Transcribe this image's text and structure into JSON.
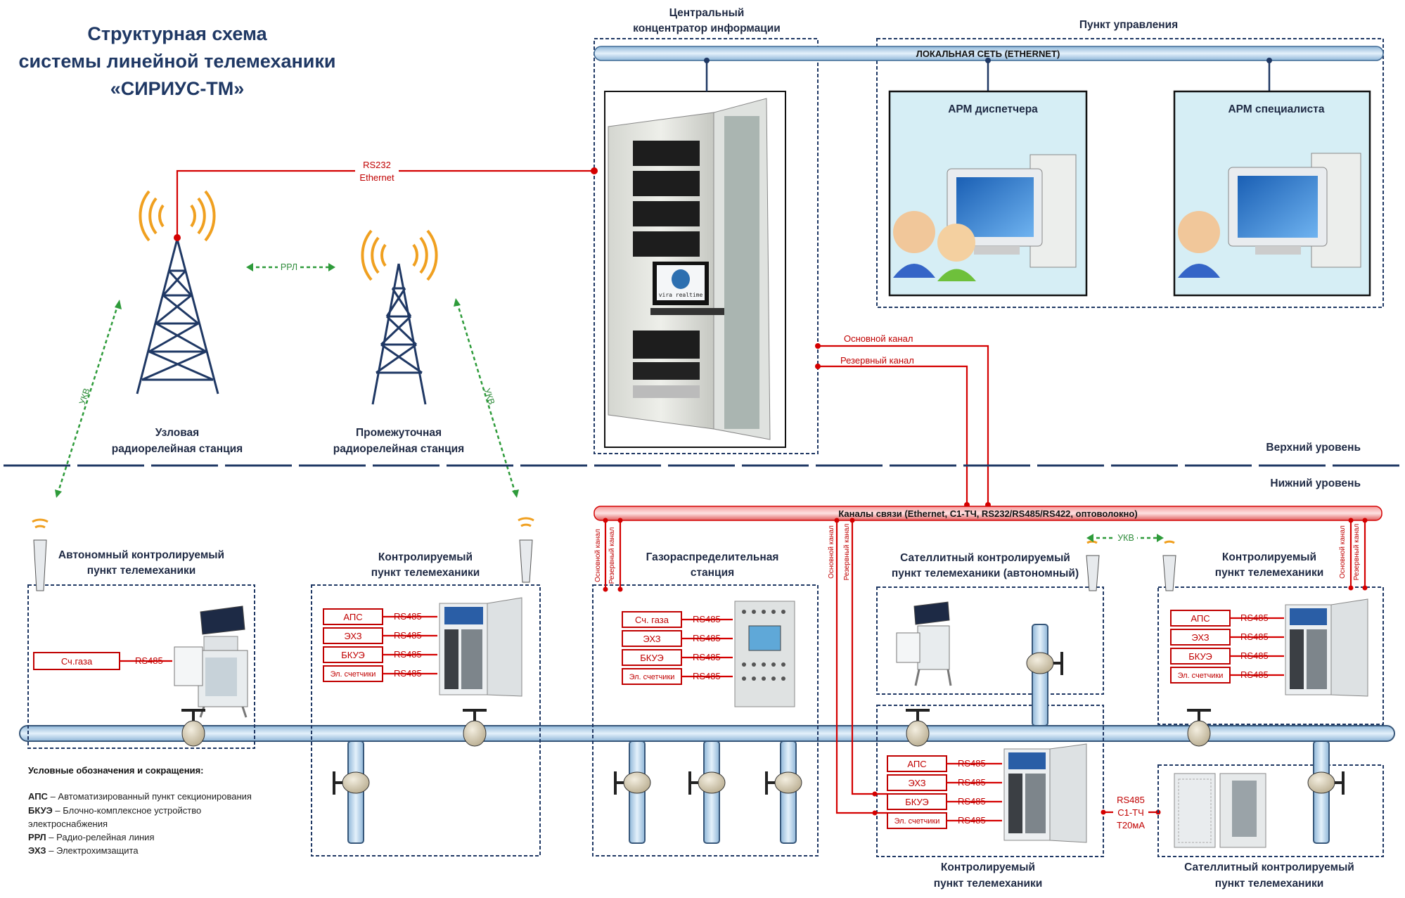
{
  "title": {
    "line1": "Структурная схема",
    "line2": "системы линейной телемеханики",
    "line3": "«СИРИУС-ТМ»"
  },
  "hub": {
    "title_line1": "Центральный",
    "title_line2": "концентратор информации",
    "brand": "vira realtime"
  },
  "control_point": {
    "title": "Пункт управления",
    "lan": "ЛОКАЛЬНАЯ СЕТЬ (ETHERNET)",
    "arm_dispatcher": "АРМ диспетчера",
    "arm_specialist": "АРМ специалиста"
  },
  "links": {
    "rs232": "RS232",
    "ethernet": "Ethernet",
    "rrl": "РРЛ",
    "ukv": "УКВ",
    "main_channel": "Основной канал",
    "reserve_channel": "Резервный канал",
    "rs485_c1": "RS485",
    "c1_tch": "С1-ТЧ",
    "t20ma": "Т20мА"
  },
  "stations": {
    "node_line1": "Узловая",
    "node_line2": "радиорелейная станция",
    "inter_line1": "Промежуточная",
    "inter_line2": "радиорелейная станция"
  },
  "levels": {
    "upper": "Верхний уровень",
    "lower": "Нижний уровень"
  },
  "bus": {
    "label": "Каналы связи (Ethernet, С1-ТЧ, RS232/RS485/RS422, оптоволокно)"
  },
  "points": {
    "autonomous_line1": "Автономный контролируемый",
    "autonomous_line2": "пункт телемеханики",
    "controlled_line1": "Контролируемый",
    "controlled_line2": "пункт телемеханики",
    "gds_line1": "Газораспределительная",
    "gds_line2": "станция",
    "satellite_auto_line1": "Сателлитный контролируемый",
    "satellite_auto_line2": "пункт телемеханики (автономный)",
    "controlled_right_line1": "Контролируемый",
    "controlled_right_line2": "пункт телемеханики",
    "controlled_bottom_line1": "Контролируемый",
    "controlled_bottom_line2": "пункт телемеханики",
    "satellite_bottom_line1": "Сателлитный контролируемый",
    "satellite_bottom_line2": "пункт телемеханики"
  },
  "devices": {
    "gas_meter": "Сч.газа",
    "gas_meter2": "Сч. газа",
    "aps": "АПС",
    "ehz": "ЭХЗ",
    "bkue": "БКУЭ",
    "el_meters": "Эл. счетчики",
    "rs485": "RS485"
  },
  "legend": {
    "title": "Условные обозначения и сокращения:",
    "aps_abbr": "АПС",
    "aps_text": " – Автоматизированный пункт секционирования",
    "bkue_abbr": "БКУЭ",
    "bkue_text1": " – Блочно-комплексное устройство",
    "bkue_text2": "электроснабжения",
    "rrl_abbr": "РРЛ",
    "rrl_text": " – Радио-релейная линия",
    "ehz_abbr": "ЭХЗ",
    "ehz_text": " – Электрохимзащита"
  },
  "colors": {
    "navy": "#1f3864",
    "red": "#d40000",
    "green": "#2e9b3a",
    "pipe": "#bcd8ef"
  }
}
